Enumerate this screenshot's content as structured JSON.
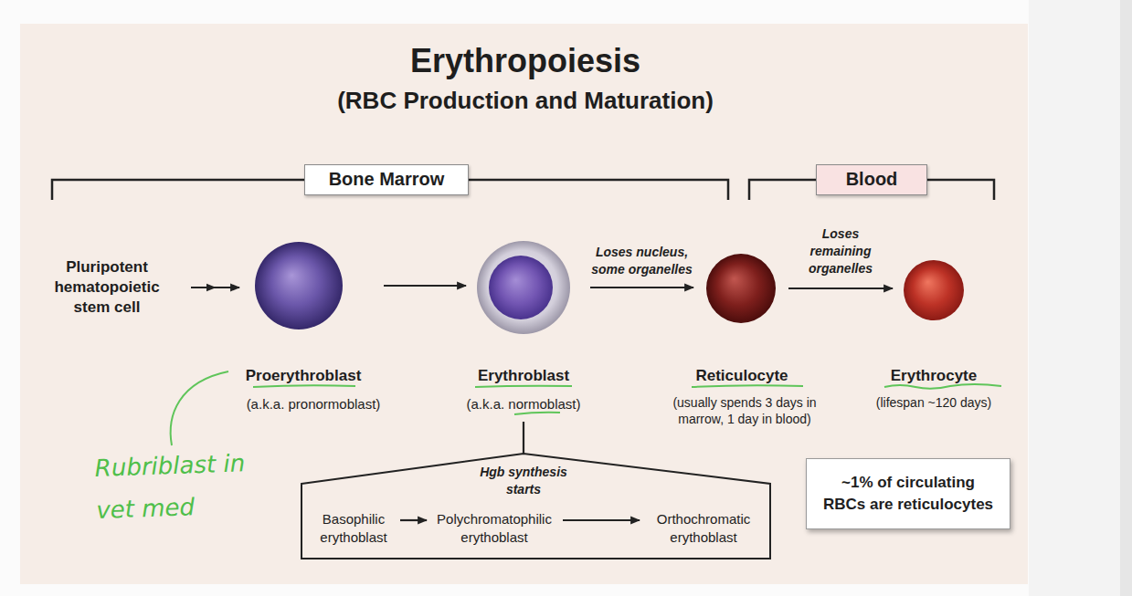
{
  "diagram": {
    "title": "Erythropoiesis",
    "nodes": [
      {
        "text": [
          "Bone Marrow"
        ]
      },
      {
        "text": [
          "Blood"
        ]
      },
      {
        "text": [
          "Pluripotent hematopoietic stem cell"
        ]
      },
      {
        "text": [
          "Proerythroblast",
          "(a.k.a. pronormoblast)"
        ]
      },
      {
        "text": [
          "Erythroblast",
          "(a.k.a. normoblast)"
        ]
      },
      {
        "text": [
          "Reticulocyte",
          "(usually spends 3 days in marrow, 1 day in blood)"
        ]
      },
      {
        "text": [
          "Erythrocyte",
          "(lifespan ~120 days)"
        ]
      },
      {
        "text": [
          "Hgb synthesis starts"
        ]
      },
      {
        "text": [
          "Basophilic erythoblast"
        ],
        "in": 7
      },
      {
        "text": [
          "Polychromatophilic erythoblast"
        ],
        "in": 7
      },
      {
        "text": [
          "Orthochromatic erythoblast"
        ],
        "in": 7
      },
      {
        "text": [
          "~1% of circulating RBCs are reticulocytes"
        ]
      }
    ],
    "edges": [
      {
        "from": 2,
        "to": 3,
        "arrow": "to"
      },
      {
        "from": 3,
        "to": 4,
        "arrow": "to"
      },
      {
        "from": 4,
        "to": 5,
        "label": "Loses nucleus, some organelles",
        "arrow": "to"
      },
      {
        "from": 5,
        "to": 6,
        "label": "Loses remaining organelles",
        "arrow": "to"
      },
      {
        "from": 4,
        "to": 7,
        "arrow": "none"
      },
      {
        "from": 8,
        "to": 9,
        "arrow": "to"
      },
      {
        "from": 9,
        "to": 10,
        "arrow": "to"
      }
    ],
    "labels": [
      "(RBC Production and Maturation)",
      "Rubriblast in vet med"
    ]
  }
}
